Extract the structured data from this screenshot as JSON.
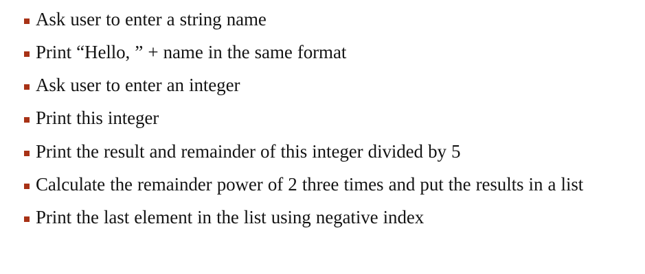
{
  "slide": {
    "background_color": "#ffffff",
    "text_color": "#141414",
    "bullet_color": "#a83216",
    "bullets": [
      {
        "text": "Ask user to enter a string name"
      },
      {
        "text": "Print “Hello, ” + name in the same format"
      },
      {
        "text": "Ask user to enter an integer"
      },
      {
        "text": "Print this integer"
      },
      {
        "text": "Print the result and remainder of this integer divided by 5"
      },
      {
        "text": "Calculate the remainder power of 2 three times and put the results in a list"
      },
      {
        "text": "Print the last element in the list using negative index"
      }
    ]
  }
}
